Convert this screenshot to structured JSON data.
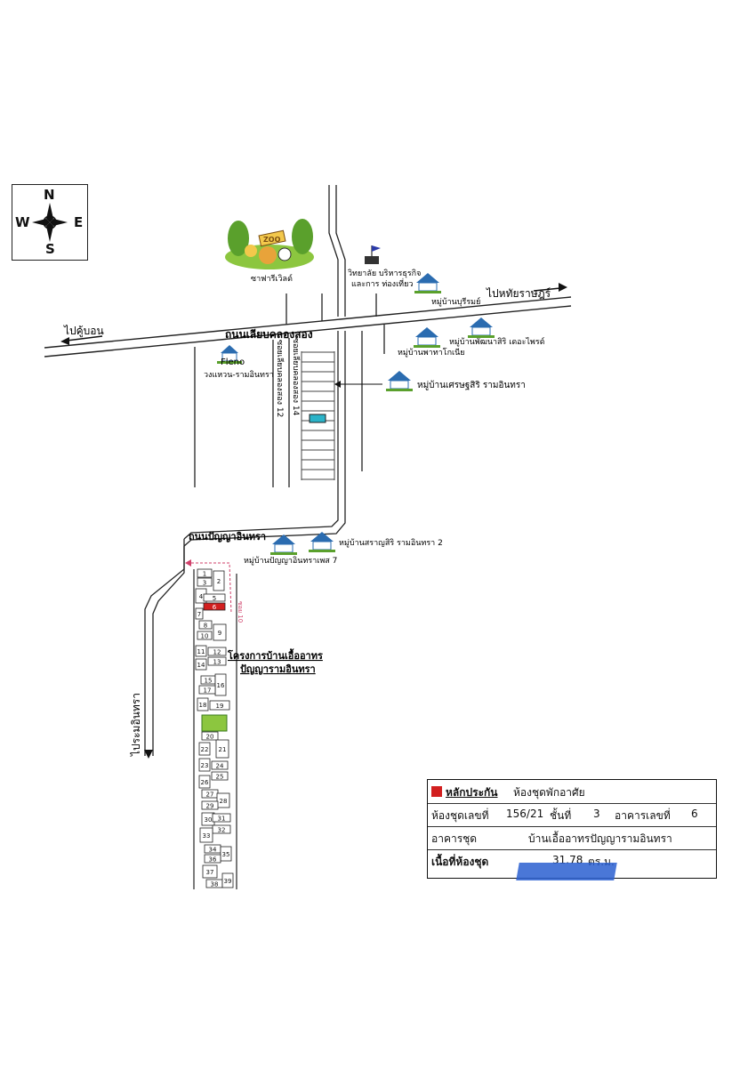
{
  "compass": {
    "n": "N",
    "s": "S",
    "e": "E",
    "w": "W"
  },
  "roads": {
    "main_road": "ถนนเลียบคลองสอง",
    "to_khubon": "ไปคู้บอน",
    "to_hathai": "ไปหทัยราษฎร์",
    "panya_road": "ถนนปัญญาอินทรา",
    "to_ramintra": "ไประมอินทรา",
    "soi12": "ซอยเลียบคลองสอง 12",
    "soi14": "ซอยเลียบคลองสอง 14",
    "soi_small": "ซอย 10"
  },
  "places": {
    "safari": "ซาฟารีเวิลด์",
    "zoo": "ZOO",
    "college": "วิทยาลัย บริหารธุรกิจ",
    "college2": "และการ ท่องเที่ยว",
    "mb_1": "หมู่บ้านบุรีรมย์",
    "mb_2": "หมู่บ้านพัฒนาสิริ เดอะไพรด์",
    "mb_3": "หมู่บ้านพาทาโกเนีย",
    "fleno": "Fleno",
    "wongwaen": "วงแหวน-รามอินทรา",
    "mb_setthasiri": "หมู่บ้านเศรษฐสิริ รามอินทรา",
    "mb_sarasiri": "หมู่บ้านสราญสิริ รามอินทรา 2",
    "mb_panya": "หมู่บ้านปัญญาอินทราเพส 7",
    "project_1": "โครงการบ้านเอื้ออาทร",
    "project_2": "ปัญญารามอินทรา"
  },
  "buildings": [
    "1",
    "2",
    "3",
    "4",
    "5",
    "6",
    "7",
    "8",
    "9",
    "10",
    "11",
    "12",
    "13",
    "14",
    "15",
    "16",
    "17",
    "18",
    "19",
    "20",
    "21",
    "22",
    "23",
    "24",
    "25",
    "26",
    "27",
    "28",
    "29",
    "30",
    "31",
    "32",
    "33",
    "34",
    "35",
    "36",
    "37",
    "38",
    "39"
  ],
  "info": {
    "collateral_label": "หลักประกัน",
    "collateral_value": "ห้องชุดพักอาศัย",
    "room_no_label": "ห้องชุดเลขที่",
    "room_no_value": "156/21",
    "floor_label": "ชั้นที่",
    "floor_value": "3",
    "building_label": "อาคารเลขที่",
    "building_value": "6",
    "condo_label": "อาคารชุด",
    "condo_value": "บ้านเอื้ออาทรปัญญารามอินทรา",
    "area_label": "เนื้อที่ห้องชุด",
    "area_value": "31.78",
    "area_unit": "ตร.ม."
  },
  "colors": {
    "marker_red": "#d21f1f",
    "green_area": "#8cc63f",
    "house_blue": "#2b6cb0",
    "stamp_blue": "#2a5fd0"
  }
}
